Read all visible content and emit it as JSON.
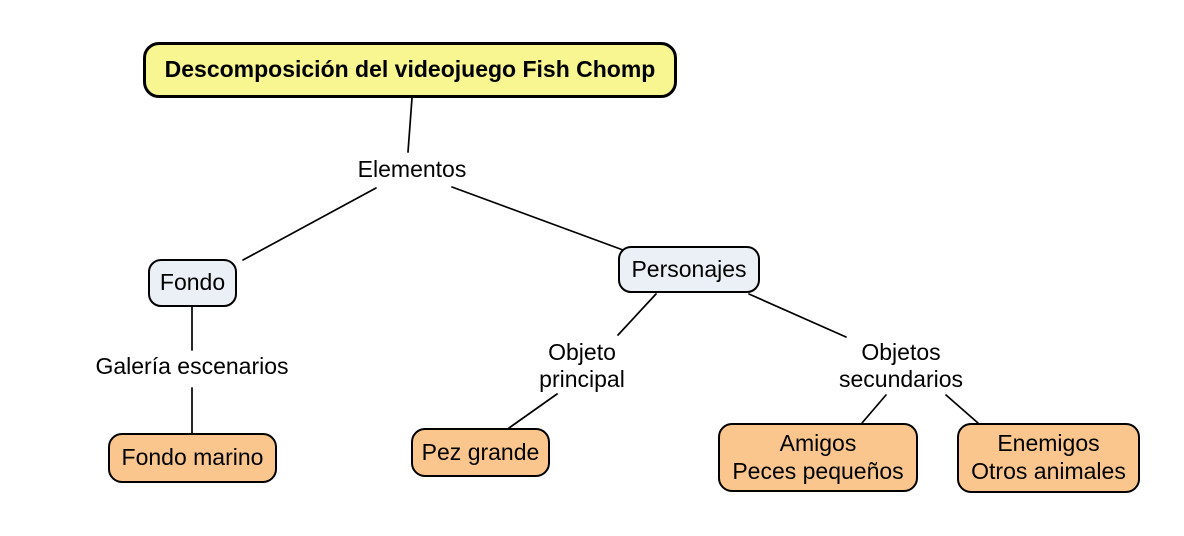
{
  "diagram": {
    "type": "concept-map",
    "title": "Descomposición del videojuego Fish Chomp",
    "nodes": {
      "root": "Descomposición del videojuego Fish Chomp",
      "elementos": "Elementos",
      "fondo": "Fondo",
      "personajes": "Personajes",
      "galeria_escenarios": "Galería escenarios",
      "objeto_principal": "Objeto\nprincipal",
      "objetos_secundarios": "Objetos\nsecundarios",
      "fondo_marino": "Fondo marino",
      "pez_grande": "Pez grande",
      "amigos": "Amigos\nPeces pequeños",
      "enemigos": "Enemigos\nOtros animales"
    },
    "edges": [
      {
        "from": "root",
        "label": "Elementos",
        "to": "fondo"
      },
      {
        "from": "root",
        "label": "Elementos",
        "to": "personajes"
      },
      {
        "from": "fondo",
        "label": "Galería escenarios",
        "to": "fondo_marino"
      },
      {
        "from": "personajes",
        "label": "Objeto principal",
        "to": "pez_grande"
      },
      {
        "from": "personajes",
        "label": "Objetos secundarios",
        "to": "amigos"
      },
      {
        "from": "personajes",
        "label": "Objetos secundarios",
        "to": "enemigos"
      }
    ],
    "colors": {
      "root_fill": "#F7F690",
      "concept_fill": "#EAF0F5",
      "leaf_fill": "#FBC68D",
      "border": "#000000",
      "connector": "#000000",
      "background": "#FFFFFF"
    }
  }
}
